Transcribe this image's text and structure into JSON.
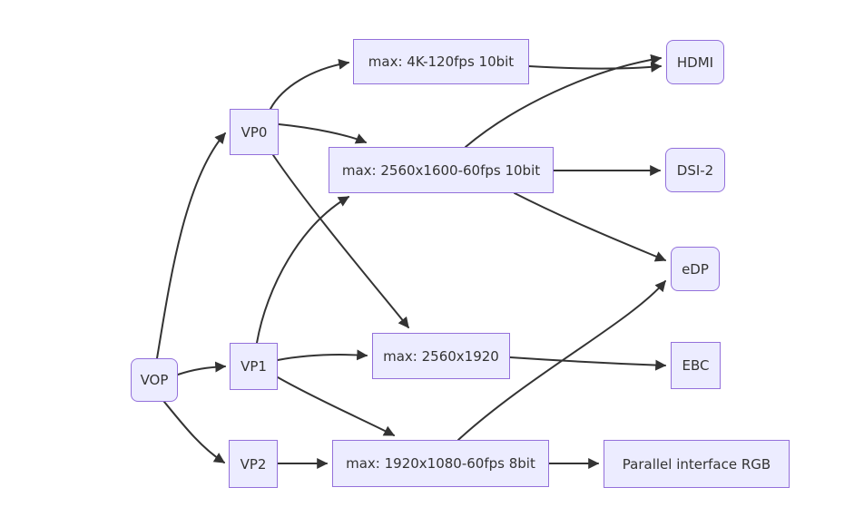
{
  "diagram": {
    "kind": "flowchart",
    "colors": {
      "node_fill": "#ECECFF",
      "node_border": "#9370DB",
      "edge_color": "#333333",
      "text_color": "#333333",
      "background": "#ffffff"
    },
    "nodes": [
      {
        "id": "VOP",
        "label": "VOP",
        "shape": "rounded"
      },
      {
        "id": "VP0",
        "label": "VP0",
        "shape": "rect"
      },
      {
        "id": "VP1",
        "label": "VP1",
        "shape": "rect"
      },
      {
        "id": "VP2",
        "label": "VP2",
        "shape": "rect"
      },
      {
        "id": "MAX0",
        "label": "max: 4K-120fps 10bit",
        "shape": "rect"
      },
      {
        "id": "MAX1",
        "label": "max: 2560x1600-60fps 10bit",
        "shape": "rect"
      },
      {
        "id": "MAX2",
        "label": "max: 2560x1920",
        "shape": "rect"
      },
      {
        "id": "MAX3",
        "label": "max: 1920x1080-60fps 8bit",
        "shape": "rect"
      },
      {
        "id": "HDMI",
        "label": "HDMI",
        "shape": "rounded"
      },
      {
        "id": "DSI2",
        "label": "DSI-2",
        "shape": "rounded"
      },
      {
        "id": "EDP",
        "label": "eDP",
        "shape": "rounded"
      },
      {
        "id": "EBC",
        "label": "EBC",
        "shape": "rect"
      },
      {
        "id": "PRGB",
        "label": "Parallel interface RGB",
        "shape": "rect"
      }
    ],
    "edges": [
      {
        "from": "VOP",
        "to": "VP0"
      },
      {
        "from": "VOP",
        "to": "VP1"
      },
      {
        "from": "VOP",
        "to": "VP2"
      },
      {
        "from": "VP0",
        "to": "MAX0"
      },
      {
        "from": "VP0",
        "to": "MAX1"
      },
      {
        "from": "VP0",
        "to": "MAX2"
      },
      {
        "from": "VP1",
        "to": "MAX1"
      },
      {
        "from": "VP1",
        "to": "MAX2"
      },
      {
        "from": "VP1",
        "to": "MAX3"
      },
      {
        "from": "VP2",
        "to": "MAX3"
      },
      {
        "from": "MAX0",
        "to": "HDMI"
      },
      {
        "from": "MAX1",
        "to": "HDMI"
      },
      {
        "from": "MAX1",
        "to": "DSI2"
      },
      {
        "from": "MAX1",
        "to": "EDP"
      },
      {
        "from": "MAX2",
        "to": "EBC"
      },
      {
        "from": "MAX3",
        "to": "EDP"
      },
      {
        "from": "MAX3",
        "to": "PRGB"
      }
    ]
  }
}
